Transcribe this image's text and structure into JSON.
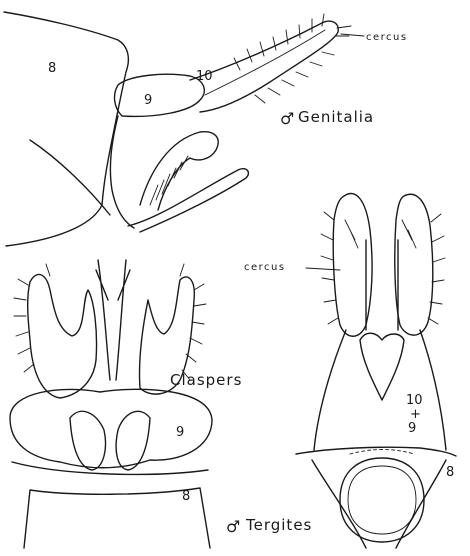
{
  "figures": {
    "genitalia": {
      "title_symbol": "♂",
      "title": "Genitalia",
      "labels": {
        "segment_8": "8",
        "segment_9": "9",
        "segment_10": "10",
        "cercus": "cercus"
      }
    },
    "claspers": {
      "title": "Claspers",
      "labels": {
        "segment_9": "9",
        "segment_8": "8"
      }
    },
    "tergites": {
      "title_symbol": "♂",
      "title": "Tergites",
      "labels": {
        "cercus": "cercus",
        "segment_10": "10",
        "plus": "+",
        "segment_9": "9",
        "segment_8": "8"
      }
    }
  }
}
